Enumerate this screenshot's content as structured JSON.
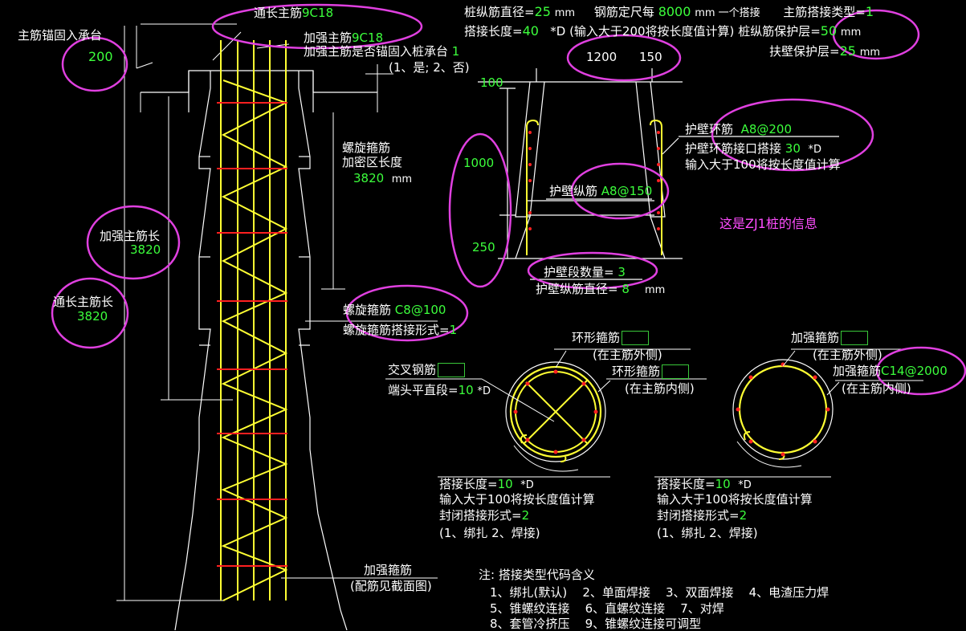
{
  "left": {
    "anchor_label": "主筋锚固入承台",
    "anchor_value": "200",
    "thru_main_label": "通长主筋",
    "thru_main_value": "9C18",
    "rein_main_label": "加强主筋",
    "rein_main_value": "9C18",
    "rein_anchor_question": "加强主筋是否锚固入桩承台",
    "rein_anchor_value": "1",
    "rein_anchor_options": "(1、是; 2、否)",
    "spiral_dense_label_1": "螺旋箍筋",
    "spiral_dense_label_2": "加密区长度",
    "spiral_dense_value": "3820",
    "spiral_dense_unit": "mm",
    "rein_len_label": "加强主筋长",
    "rein_len_value": "3820",
    "thru_len_label": "通长主筋长",
    "thru_len_value": "3820",
    "spiral_label": "螺旋箍筋",
    "spiral_value": "C8@100",
    "spiral_lap_label": "螺旋箍筋搭接形式=",
    "spiral_lap_value": "1",
    "rein_stirrup_label": "加强箍筋",
    "rein_stirrup_note": "(配筋见截面图)"
  },
  "top": {
    "line1_a": "桩纵筋直径=",
    "line1_a_val": "25",
    "line1_a_unit": "mm",
    "line1_b": "钢筋定尺每",
    "line1_b_val": "8000",
    "line1_b_unit": "mm 一个搭接",
    "line1_c": "主筋搭接类型=",
    "line1_c_val": "1",
    "line2_a": "搭接长度=",
    "line2_a_val": "40",
    "line2_a_rest": "*D (输入大于200将按长度值计算)",
    "line2_b": "桩纵筋保护层=",
    "line2_b_val": "50",
    "line2_b_unit": "mm",
    "line3": "扶壁保护层=",
    "line3_val": "25",
    "line3_unit": "mm"
  },
  "wall": {
    "dim_1200": "1200",
    "dim_150": "150",
    "dim_100": "100",
    "dim_1000": "1000",
    "dim_250": "250",
    "ring_label": "护壁环筋",
    "ring_value": "A8@200",
    "ring_lap_label": "护壁环筋接口搭接",
    "ring_lap_value": "30",
    "ring_lap_unit": "*D",
    "ring_lap_note": "输入大于100将按长度值计算",
    "long_label": "护壁纵筋",
    "long_value": "A8@150",
    "count_label": "护壁段数量=",
    "count_value": "3",
    "dia_label": "护壁纵筋直径=",
    "dia_value": "8",
    "dia_unit": "mm"
  },
  "note_pink": "这是ZJ1桩的信息",
  "sec1": {
    "ring_out_label": "环形箍筋",
    "ring_out_pos": "(在主筋外侧)",
    "ring_in_label": "环形箍筋",
    "ring_in_pos": "(在主筋内侧)",
    "cross_label": "交叉钢筋",
    "end_label": "端头平直段=",
    "end_value": "10",
    "end_unit": "*D",
    "lap_label": "搭接长度=",
    "lap_value": "10",
    "lap_unit": "*D",
    "lap_note": "输入大于100将按长度值计算",
    "close_label": "封闭搭接形式=",
    "close_value": "2",
    "close_options": "(1、绑扎  2、焊接)"
  },
  "sec2": {
    "rein_out_label": "加强箍筋",
    "rein_out_pos": "(在主筋外侧)",
    "rein_in_label": "加强箍筋",
    "rein_in_value": "C14@2000",
    "rein_in_pos": "(在主筋内侧)",
    "lap_label": "搭接长度=",
    "lap_value": "10",
    "lap_unit": "*D",
    "lap_note": "输入大于100将按长度值计算",
    "close_label": "封闭搭接形式=",
    "close_value": "2",
    "close_options": "(1、绑扎  2、焊接)"
  },
  "legend": {
    "title": "注: 搭接类型代码含义",
    "row1": [
      "1、绑扎(默认)",
      "2、单面焊接",
      "3、双面焊接",
      "4、电渣压力焊"
    ],
    "row2": [
      "5、锥螺纹连接",
      "6、直螺纹连接",
      "7、对焊"
    ],
    "row3": [
      "8、套管冷挤压",
      "9、锥螺纹连接可调型"
    ]
  },
  "colors": {
    "background": "#000000",
    "rebar_yellow": "#ffff33",
    "stirrup_red": "#ff2020",
    "value_green": "#3cff3c",
    "highlight_magenta": "#e040e0",
    "outline_white": "#ffffff"
  }
}
